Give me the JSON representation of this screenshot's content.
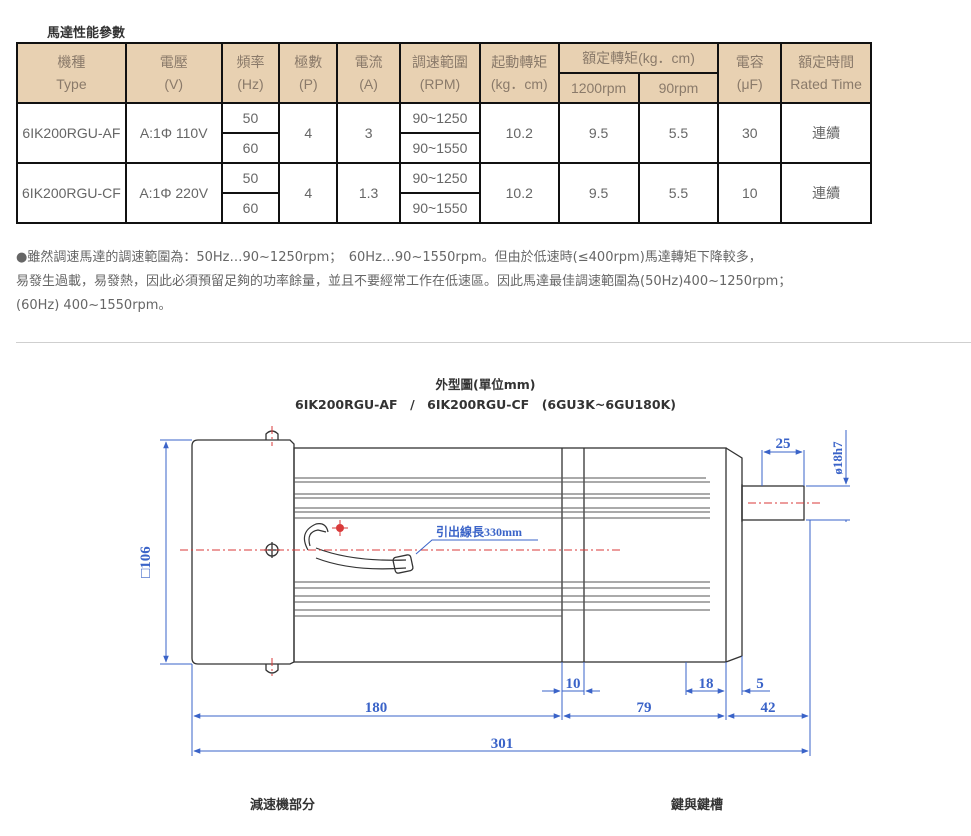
{
  "section_title": "馬達性能參數",
  "table": {
    "headers": {
      "model": "機種",
      "model_en": "Type",
      "voltage": "電壓",
      "voltage_unit": "(V)",
      "frequency": "頻率",
      "frequency_unit": "(Hz)",
      "poles": "極數",
      "poles_unit": "(P)",
      "current": "電流",
      "current_unit": "(A)",
      "speed_range": "調速範圍",
      "speed_range_unit": "(RPM)",
      "start_torque": "起動轉矩",
      "start_torque_unit": "(kg．cm)",
      "rated_torque": "額定轉矩(kg．cm)",
      "rated_torque_1200": "1200rpm",
      "rated_torque_90": "90rpm",
      "capacitor": "電容",
      "capacitor_unit": "(μF)",
      "rated_time": "額定時間",
      "rated_time_en": "Rated Time"
    },
    "rows": [
      {
        "model": "6IK200RGU-AF",
        "voltage": "A:1Φ 110V",
        "freq_50": "50",
        "freq_60": "60",
        "poles": "4",
        "current": "3",
        "range_50": "90~1250",
        "range_60": "90~1550",
        "start_torque": "10.2",
        "torque_1200": "9.5",
        "torque_90": "5.5",
        "capacitor": "30",
        "rated_time": "連續"
      },
      {
        "model": "6IK200RGU-CF",
        "voltage": "A:1Φ 220V",
        "freq_50": "50",
        "freq_60": "60",
        "poles": "4",
        "current": "1.3",
        "range_50": "90~1250",
        "range_60": "90~1550",
        "start_torque": "10.2",
        "torque_1200": "9.5",
        "torque_90": "5.5",
        "capacitor": "10",
        "rated_time": "連續"
      }
    ]
  },
  "notes": {
    "line1": "●雖然調速馬達的調速範圍為：50Hz…90~1250rpm；　60Hz…90~1550rpm。但由於低速時(≤400rpm)馬達轉矩下降較多，",
    "line2": "易發生過載，易發熱，因此必須預留足夠的功率餘量，並且不要經常工作在低速區。因此馬達最佳調速範圍為(50Hz)400~1250rpm；",
    "line3": "(60Hz) 400~1550rpm。"
  },
  "figure": {
    "title": "外型圖(單位mm)",
    "subtitle": "6IK200RGU-AF　/　6IK200RGU-CF　(6GU3K~6GU180K)",
    "dims": {
      "square": "□106",
      "shaft_len": "25",
      "shaft_dia": "ø18h7",
      "lead": "引出線長330mm",
      "d10": "10",
      "d18": "18",
      "d5": "5",
      "d180": "180",
      "d79": "79",
      "d42": "42",
      "d301": "301"
    },
    "caption_gear": "減速機部分",
    "caption_key": "鍵與鍵槽"
  },
  "colors": {
    "header_bg": "#e8d1b2",
    "dimension_blue": "#3a63c8",
    "center_red": "#d93a3a"
  }
}
